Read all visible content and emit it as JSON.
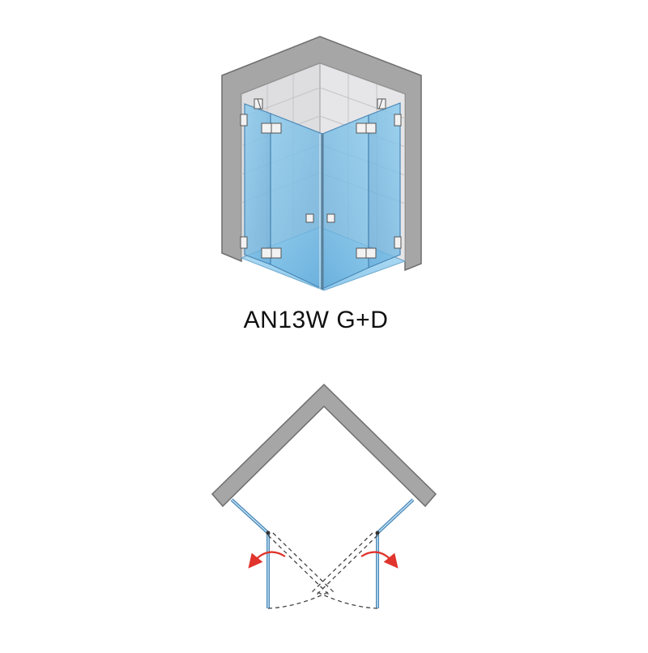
{
  "product": {
    "model_label": "AN13W G+D"
  },
  "colors": {
    "wall": "#a6a6a6",
    "wall_edge": "#6e6e6e",
    "tile_light": "#dcdcde",
    "tile_line": "#c6c6c8",
    "glass": "#7cc0e6",
    "glass_edge": "#4a86b5",
    "floor": "#a9d7f2",
    "fitting": "#f2f2f2",
    "door_swing_arrow": "#e0342c",
    "swing_path": "#444444"
  },
  "views": {
    "perspective": "perspective-view",
    "plan": "plan-view"
  },
  "icons": {
    "hinge": "hinge-icon",
    "wall_bracket": "wall-bracket-icon",
    "door_handle": "door-handle-icon",
    "swing_arrow": "curved-arrow-icon"
  }
}
